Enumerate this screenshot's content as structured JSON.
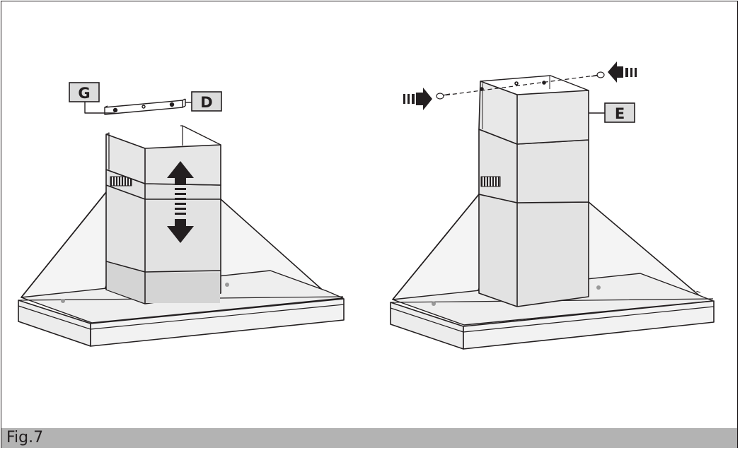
{
  "figure": {
    "caption": "Fig.7",
    "caption_band_color": "#b3b3b3",
    "line_color": "#231f20",
    "surface_fill": "#eeeeee",
    "chimney_fill": "#e2e2e2",
    "label_fill": "#dcdcdc"
  },
  "left_panel": {
    "labels": {
      "g": "G",
      "d": "D"
    },
    "arrow": "double-vertical-arrow"
  },
  "right_panel": {
    "labels": {
      "e": "E"
    },
    "arrows": [
      "right-arrow",
      "left-arrow"
    ]
  }
}
